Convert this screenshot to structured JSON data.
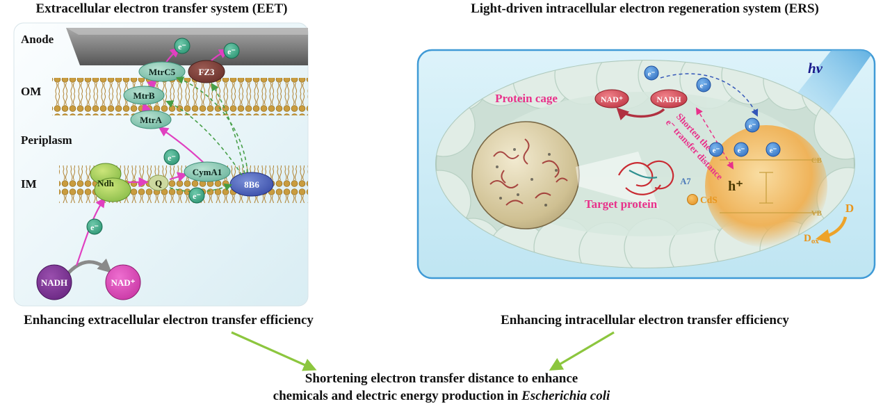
{
  "titles": {
    "eet": "Extracellular electron transfer system (EET)",
    "ers": "Light-driven intracellular electron regeneration system (ERS)"
  },
  "eet": {
    "labels": {
      "anode": "Anode",
      "om": "OM",
      "periplasm": "Periplasm",
      "im": "IM"
    },
    "proteins": {
      "mtrc5": "MtrC5",
      "fz3": "FZ3",
      "mtrb": "MtrB",
      "mtra": "MtrA",
      "cyma1": "CymA1",
      "b8b6": "8B6",
      "ndh": "Ndh",
      "q": "Q"
    },
    "molecules": {
      "nadh": "NADH",
      "nad": "NAD⁺"
    },
    "electron": "e⁻"
  },
  "ers": {
    "hv": "hν",
    "protein_cage": "Protein cage",
    "target_protein": "Target protein",
    "nad": "NAD⁺",
    "nadh": "NADH",
    "shorten_line1": "Shorten the",
    "shorten_line2": "e⁻ transfer distance",
    "a7": "A7",
    "cds": "CdS",
    "h_plus": "h⁺",
    "cb": "CB",
    "vb": "VB",
    "donor": "D",
    "dox_main": "D",
    "dox_sub": "ox",
    "electron": "e⁻"
  },
  "captions": {
    "eet": "Enhancing extracellular electron transfer efficiency",
    "ers": "Enhancing intracellular electron transfer efficiency",
    "bottom_line1": "Shortening electron transfer distance to enhance",
    "bottom_line2_text": "chemicals and electric energy production in ",
    "bottom_line2_italic": "Escherichia coli"
  },
  "colors": {
    "accent_pink": "#e8318a",
    "arrow_magenta": "#e040c0",
    "green_dashed": "#3f9b3f",
    "caption_arrow_green": "#8cc63e",
    "panel_border_blue": "#3f9ad6",
    "orange": "#e8951c",
    "hv_blue": "#1a1a8c"
  }
}
